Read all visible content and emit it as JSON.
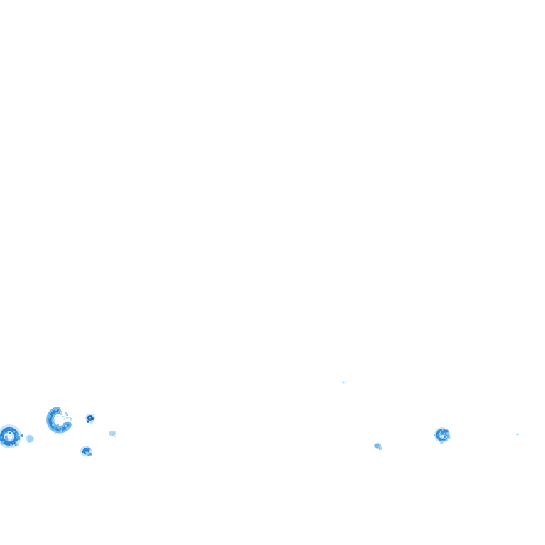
{
  "map": {
    "layer": "precipitation-radar-overlay",
    "background_color": "#ffffff",
    "intensity_palette": {
      "light": "#9fd3f7",
      "moderate": "#5aaeea",
      "heavy": "#2f86d6",
      "core": "#1e63b8"
    },
    "echo_cells": [
      {
        "name": "echo-cell-west-ring",
        "intensity": "heavy",
        "shape": "ring"
      },
      {
        "name": "echo-cell-crescent",
        "intensity": "heavy",
        "shape": "crescent"
      },
      {
        "name": "echo-cell-small-north",
        "intensity": "core",
        "shape": "blob"
      },
      {
        "name": "echo-cell-small-south",
        "intensity": "heavy",
        "shape": "blob"
      },
      {
        "name": "echo-cell-faint-west",
        "intensity": "light",
        "shape": "blob"
      },
      {
        "name": "echo-cell-faint-mid",
        "intensity": "light",
        "shape": "speck"
      },
      {
        "name": "echo-cell-faint-center",
        "intensity": "moderate",
        "shape": "speck"
      },
      {
        "name": "echo-cell-tiny-top",
        "intensity": "light",
        "shape": "speck"
      },
      {
        "name": "echo-cell-east-ring",
        "intensity": "heavy",
        "shape": "ring"
      },
      {
        "name": "echo-cell-far-east",
        "intensity": "light",
        "shape": "speck"
      }
    ]
  }
}
